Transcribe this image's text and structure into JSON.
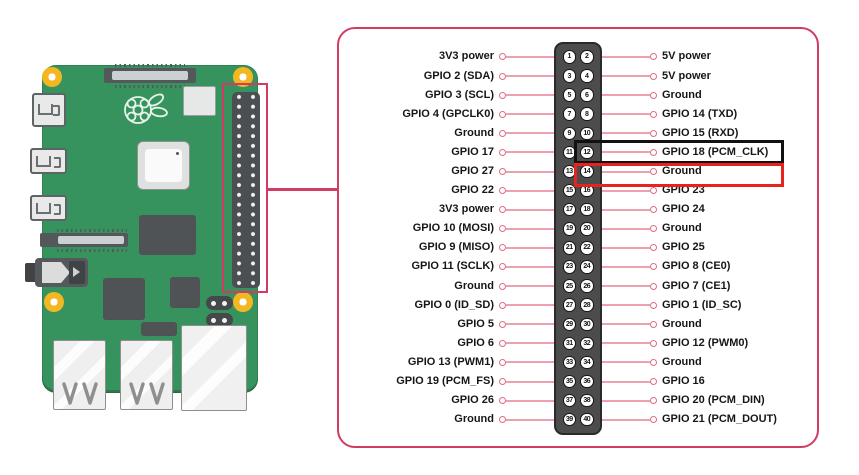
{
  "figure": {
    "description_left": "raspberry-pi-board-illustration",
    "description_right": "gpio-pinout-diagram"
  },
  "colors": {
    "accent": "#d23c64",
    "wire": "#efa0af",
    "dot_border": "#dd6d88",
    "hl_black": "#111111",
    "hl_red": "#e8231d",
    "pcb": "#37935d",
    "hole": "#f2b721",
    "header_dark": "#4c4c4c",
    "text": "#161616"
  },
  "pinout": {
    "rows": [
      {
        "left_label": "3V3 power",
        "left_pin": "1",
        "right_pin": "2",
        "right_label": "5V power",
        "highlight": ""
      },
      {
        "left_label": "GPIO 2 (SDA)",
        "left_pin": "3",
        "right_pin": "4",
        "right_label": "5V power",
        "highlight": ""
      },
      {
        "left_label": "GPIO 3 (SCL)",
        "left_pin": "5",
        "right_pin": "6",
        "right_label": "Ground",
        "highlight": ""
      },
      {
        "left_label": "GPIO 4 (GPCLK0)",
        "left_pin": "7",
        "right_pin": "8",
        "right_label": "GPIO 14 (TXD)",
        "highlight": ""
      },
      {
        "left_label": "Ground",
        "left_pin": "9",
        "right_pin": "10",
        "right_label": "GPIO 15 (RXD)",
        "highlight": ""
      },
      {
        "left_label": "GPIO 17",
        "left_pin": "11",
        "right_pin": "12",
        "right_label": "GPIO 18 (PCM_CLK)",
        "highlight": "black"
      },
      {
        "left_label": "GPIO 27",
        "left_pin": "13",
        "right_pin": "14",
        "right_label": "Ground",
        "highlight": "red"
      },
      {
        "left_label": "GPIO 22",
        "left_pin": "15",
        "right_pin": "16",
        "right_label": "GPIO 23",
        "highlight": ""
      },
      {
        "left_label": "3V3 power",
        "left_pin": "17",
        "right_pin": "18",
        "right_label": "GPIO 24",
        "highlight": ""
      },
      {
        "left_label": "GPIO 10 (MOSI)",
        "left_pin": "19",
        "right_pin": "20",
        "right_label": "Ground",
        "highlight": ""
      },
      {
        "left_label": "GPIO 9 (MISO)",
        "left_pin": "21",
        "right_pin": "22",
        "right_label": "GPIO 25",
        "highlight": ""
      },
      {
        "left_label": "GPIO 11 (SCLK)",
        "left_pin": "23",
        "right_pin": "24",
        "right_label": "GPIO 8 (CE0)",
        "highlight": ""
      },
      {
        "left_label": "Ground",
        "left_pin": "25",
        "right_pin": "26",
        "right_label": "GPIO 7 (CE1)",
        "highlight": ""
      },
      {
        "left_label": "GPIO 0 (ID_SD)",
        "left_pin": "27",
        "right_pin": "28",
        "right_label": "GPIO 1 (ID_SC)",
        "highlight": ""
      },
      {
        "left_label": "GPIO 5",
        "left_pin": "29",
        "right_pin": "30",
        "right_label": "Ground",
        "highlight": ""
      },
      {
        "left_label": "GPIO 6",
        "left_pin": "31",
        "right_pin": "32",
        "right_label": "GPIO 12 (PWM0)",
        "highlight": ""
      },
      {
        "left_label": "GPIO 13 (PWM1)",
        "left_pin": "33",
        "right_pin": "34",
        "right_label": "Ground",
        "highlight": ""
      },
      {
        "left_label": "GPIO 19 (PCM_FS)",
        "left_pin": "35",
        "right_pin": "36",
        "right_label": "GPIO 16",
        "highlight": ""
      },
      {
        "left_label": "GPIO 26",
        "left_pin": "37",
        "right_pin": "38",
        "right_label": "GPIO 20 (PCM_DIN)",
        "highlight": ""
      },
      {
        "left_label": "Ground",
        "left_pin": "39",
        "right_pin": "40",
        "right_label": "GPIO 21 (PCM_DOUT)",
        "highlight": ""
      }
    ]
  }
}
